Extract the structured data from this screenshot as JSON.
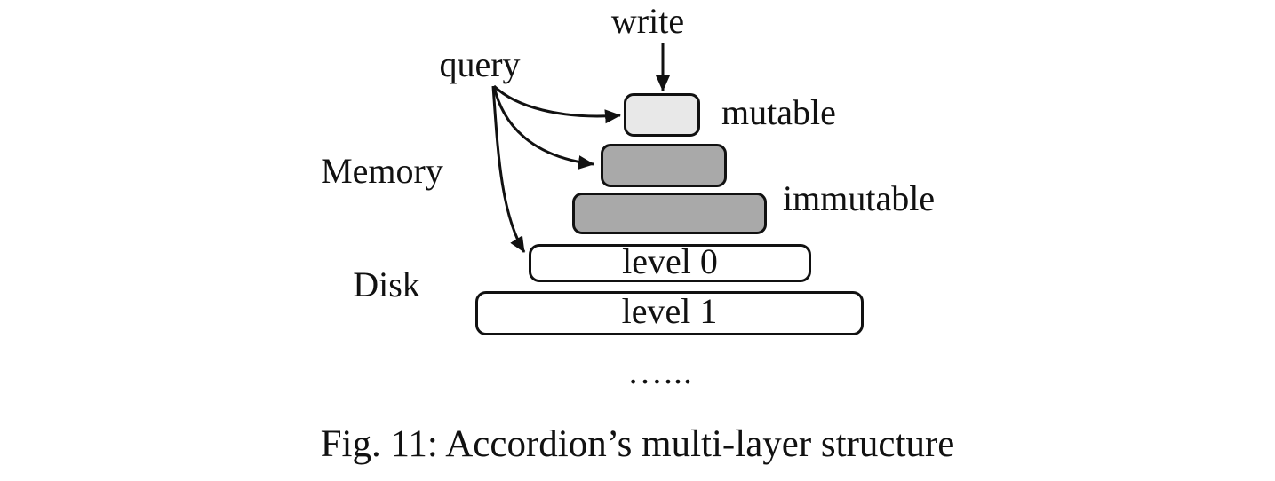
{
  "figure": {
    "type": "diagram",
    "caption": "Fig. 11: Accordion’s multi-layer structure",
    "labels": {
      "write": "write",
      "query": "query",
      "memory": "Memory",
      "disk": "Disk",
      "mutable": "mutable",
      "immutable": "immutable",
      "ellipsis": "…..."
    },
    "layers": [
      {
        "id": "mutable-segment",
        "label": "",
        "region": "Memory",
        "fill": "#e8e8e8"
      },
      {
        "id": "immutable-segment-1",
        "label": "",
        "region": "Memory",
        "fill": "#a9a9a9"
      },
      {
        "id": "immutable-segment-2",
        "label": "",
        "region": "Memory",
        "fill": "#a9a9a9"
      },
      {
        "id": "level-0",
        "label": "level 0",
        "region": "Disk",
        "fill": "#ffffff"
      },
      {
        "id": "level-1",
        "label": "level 1",
        "region": "Disk",
        "fill": "#ffffff"
      }
    ],
    "arrows": [
      {
        "id": "write-arrow",
        "from": "write",
        "to": "mutable-segment"
      },
      {
        "id": "query-arrow-1",
        "from": "query",
        "to": "mutable-segment"
      },
      {
        "id": "query-arrow-2",
        "from": "query",
        "to": "immutable-segment-1"
      },
      {
        "id": "query-arrow-3",
        "from": "query",
        "to": "level-0"
      }
    ],
    "colors": {
      "mutable_fill": "#e8e8e8",
      "immutable_fill": "#a9a9a9",
      "disk_level_fill": "#ffffff",
      "stroke": "#111111",
      "background": "#ffffff"
    }
  }
}
